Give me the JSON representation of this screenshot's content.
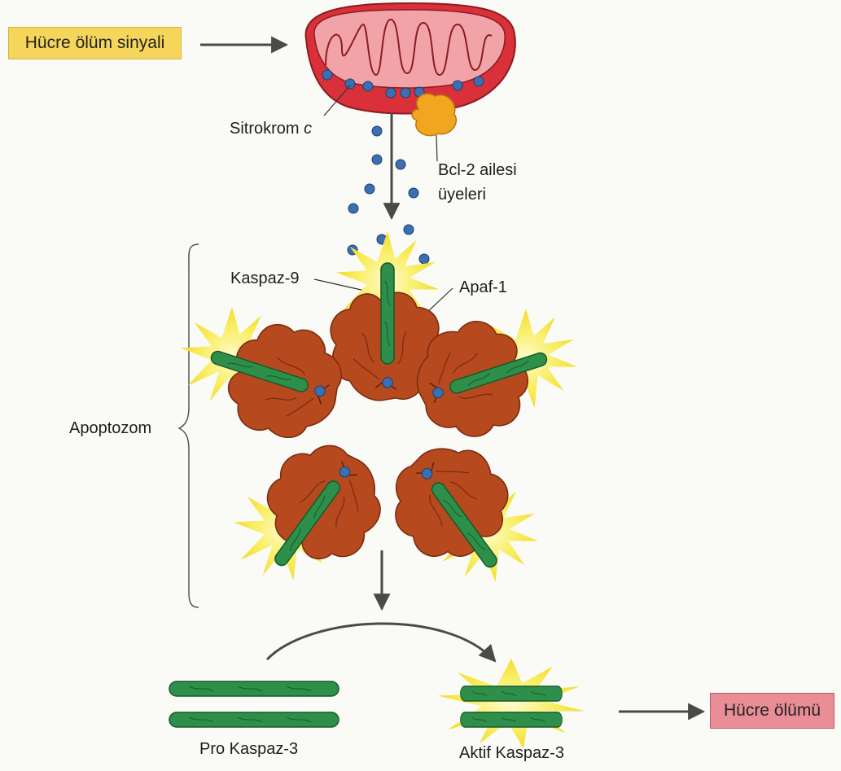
{
  "labels": {
    "cell_death_signal": "Hücre ölüm sinyali",
    "cytochrome_c": "Sitrokrom c",
    "bcl2_line1": "Bcl-2 ailesi",
    "bcl2_line2": "üyeleri",
    "caspase9": "Kaspaz-9",
    "apaf1": "Apaf-1",
    "apoptosome": "Apoptozom",
    "pro_caspase3": "Pro Kaspaz-3",
    "active_caspase3": "Aktif Kaspaz-3",
    "cell_death": "Hücre ölümü"
  },
  "colors": {
    "mitochondrion_outer": "#d9303a",
    "mitochondrion_inner": "#f2a3a8",
    "cytochrome_dot": "#3a6fb0",
    "bcl2": "#f2a51f",
    "apaf1": "#b7491f",
    "caspase": "#2e8f4a",
    "burst": "#f7e640",
    "signal_box": "#f6d65a",
    "death_box": "#e98d96",
    "arrow": "#4a4a4a"
  }
}
